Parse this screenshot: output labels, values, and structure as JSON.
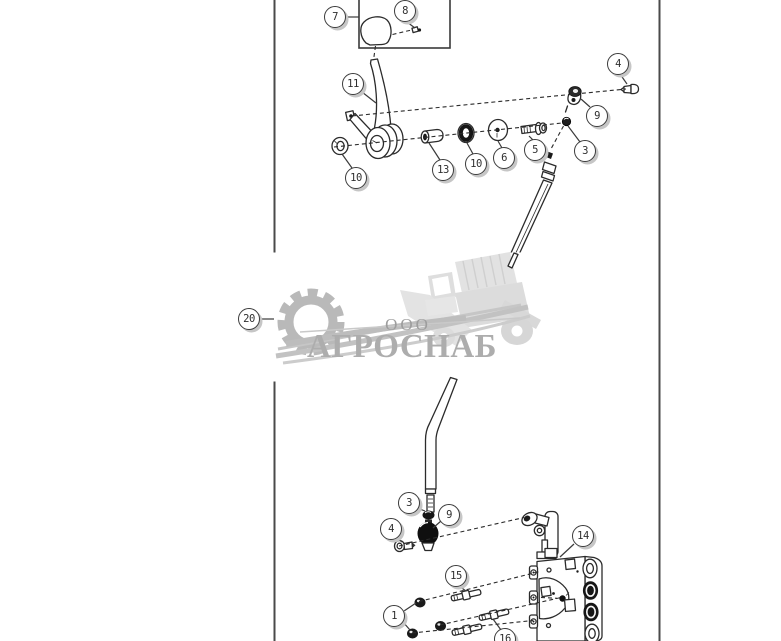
{
  "figure": {
    "type": "exploded-parts-diagram",
    "description": "hydraulic control lever and valve assembly"
  },
  "colors": {
    "line": "#2b2b2b",
    "frame": "#4a4a4a",
    "callout_border": "#3c3c3c",
    "callout_shadow": "#c6c6c6",
    "watermark_text": "#adadad",
    "watermark_art": "#c9c9c9"
  },
  "watermark": {
    "company_prefix": "ООО",
    "company_name": "АГРОСНАБ"
  },
  "callouts": [
    {
      "label": "7"
    },
    {
      "label": "8"
    },
    {
      "label": "11"
    },
    {
      "label": "4"
    },
    {
      "label": "9"
    },
    {
      "label": "10"
    },
    {
      "label": "13"
    },
    {
      "label": "10"
    },
    {
      "label": "6"
    },
    {
      "label": "5"
    },
    {
      "label": "3"
    },
    {
      "label": "20"
    },
    {
      "label": "3"
    },
    {
      "label": "9"
    },
    {
      "label": "4"
    },
    {
      "label": "14"
    },
    {
      "label": "15"
    },
    {
      "label": "1"
    },
    {
      "label": "16"
    }
  ]
}
